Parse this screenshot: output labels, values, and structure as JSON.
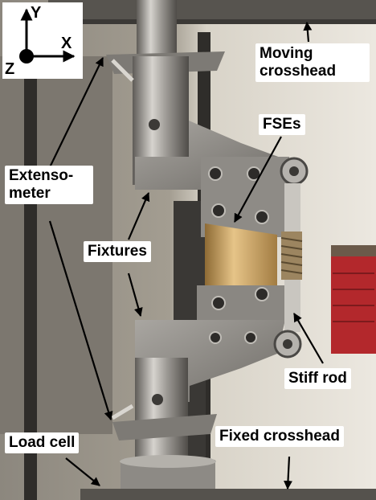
{
  "axes": {
    "y": "Y",
    "x": "X",
    "z": "Z"
  },
  "labels": {
    "moving_crosshead": "Moving crosshead",
    "fses": "FSEs",
    "extensometer": "Extenso-meter",
    "fixtures": "Fixtures",
    "stiff_rod": "Stiff rod",
    "load_cell": "Load cell",
    "fixed_crosshead": "Fixed crosshead"
  },
  "colors": {
    "steel": "#9b9894",
    "steel_light": "#c9c6c0",
    "brass": "#c9a15e",
    "background_wall": "#d9d5cc",
    "frame_dark": "#2b2a28",
    "label_bg": "#ffffff",
    "arrow": "#000000"
  }
}
